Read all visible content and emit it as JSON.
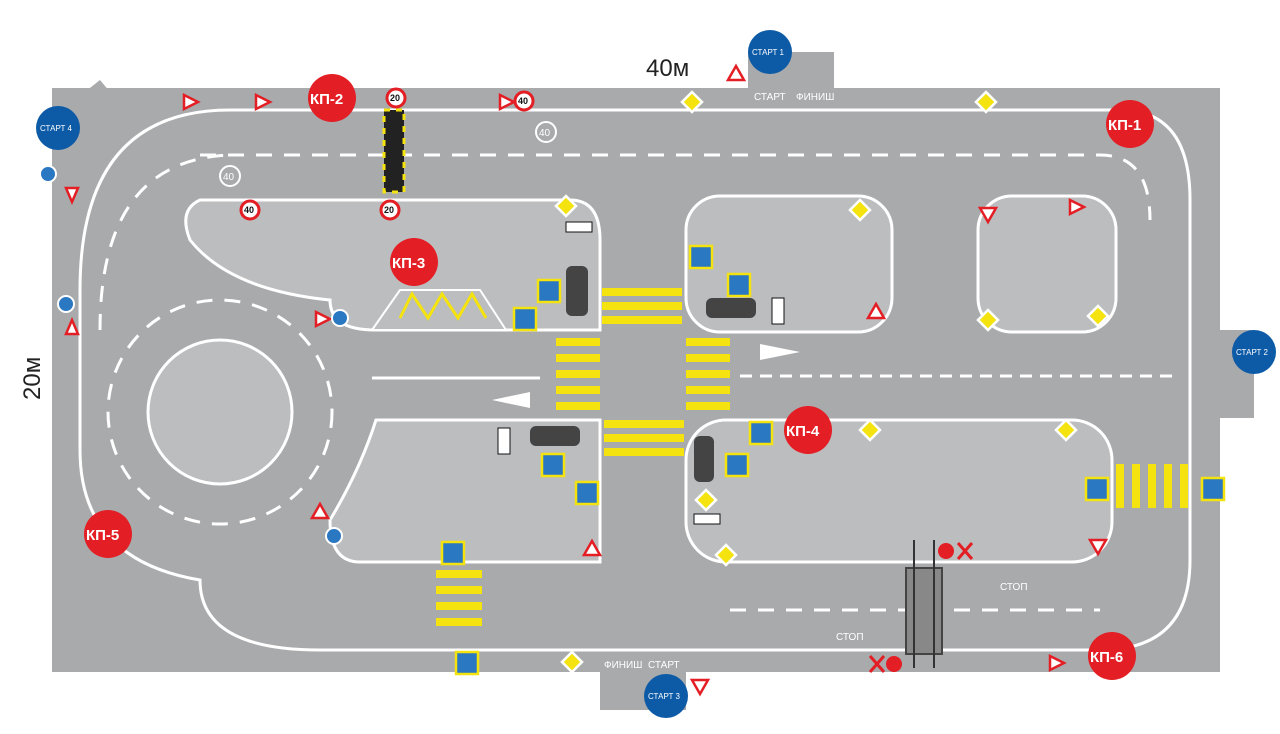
{
  "dimensions": {
    "width_label": "40м",
    "height_label": "20м"
  },
  "checkpoints": [
    {
      "id": "kp1",
      "label": "КП-1"
    },
    {
      "id": "kp2",
      "label": "КП-2"
    },
    {
      "id": "kp3",
      "label": "КП-3"
    },
    {
      "id": "kp4",
      "label": "КП-4"
    },
    {
      "id": "kp5",
      "label": "КП-5"
    },
    {
      "id": "kp6",
      "label": "КП-6"
    }
  ],
  "starts": [
    {
      "id": "start1",
      "label": "СТАРТ 1"
    },
    {
      "id": "start2",
      "label": "СТАРТ 2"
    },
    {
      "id": "start3",
      "label": "СТАРТ 3"
    },
    {
      "id": "start4",
      "label": "СТАРТ 4"
    }
  ],
  "markings": {
    "start": "СТАРТ",
    "finish": "ФИНИШ",
    "stop": "СТОП",
    "speed_40": "40",
    "speed_20": "20"
  },
  "colors": {
    "road": "#a9aaac",
    "checkpoint": "#e31e24",
    "start_marker": "#0d5aa7",
    "crosswalk": "#f4e30f"
  },
  "icons": [
    "yield-sign-icon",
    "priority-road-sign-icon",
    "pedestrian-crossing-sign-icon",
    "speed-limit-sign-icon",
    "stop-sign-icon",
    "roundabout-sign-icon",
    "traffic-light-icon",
    "railway-crossing-icon"
  ]
}
